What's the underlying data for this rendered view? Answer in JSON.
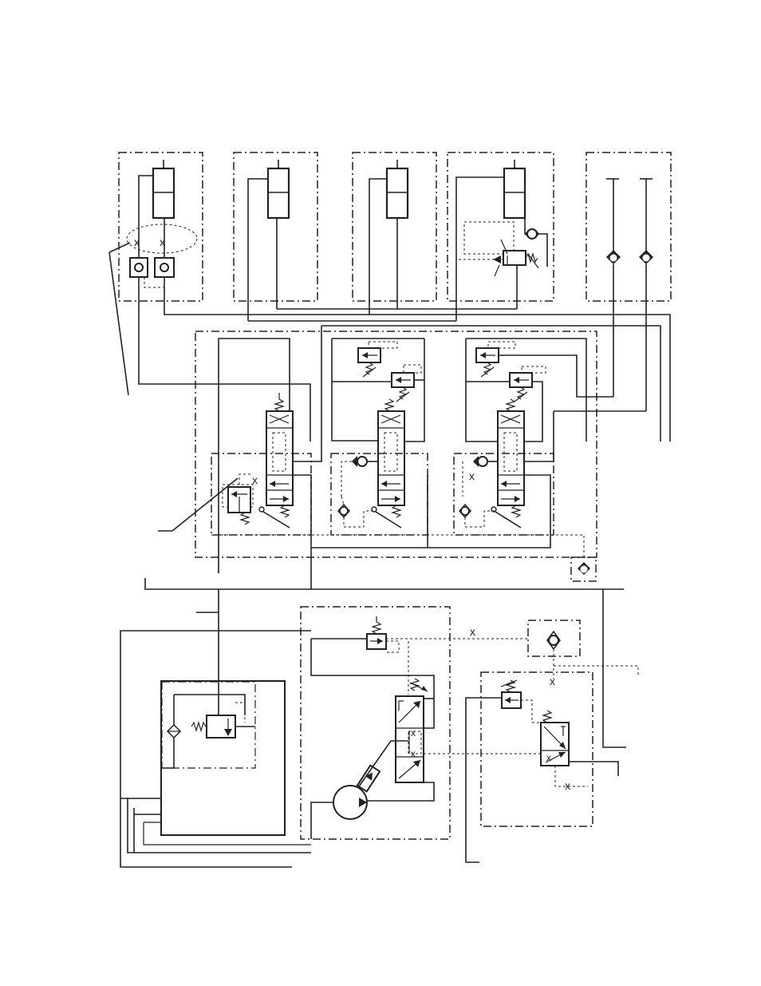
{
  "diagram": {
    "kind": "hydraulic-schematic",
    "colors": {
      "line": "#222222",
      "background": "#ffffff"
    },
    "actuator_groups": [
      {
        "id": "group-1",
        "element": "double-cylinder-with-pilot-check-valves"
      },
      {
        "id": "group-2",
        "element": "cylinder"
      },
      {
        "id": "group-3",
        "element": "cylinder"
      },
      {
        "id": "group-4",
        "element": "cylinder-with-relief-valve"
      },
      {
        "id": "group-5",
        "element": "dual-port-check-valves"
      }
    ],
    "control_valve_sections": 3,
    "pump_unit": "variable-displacement-pump",
    "reservoir": "tank-with-relief-and-filter"
  }
}
